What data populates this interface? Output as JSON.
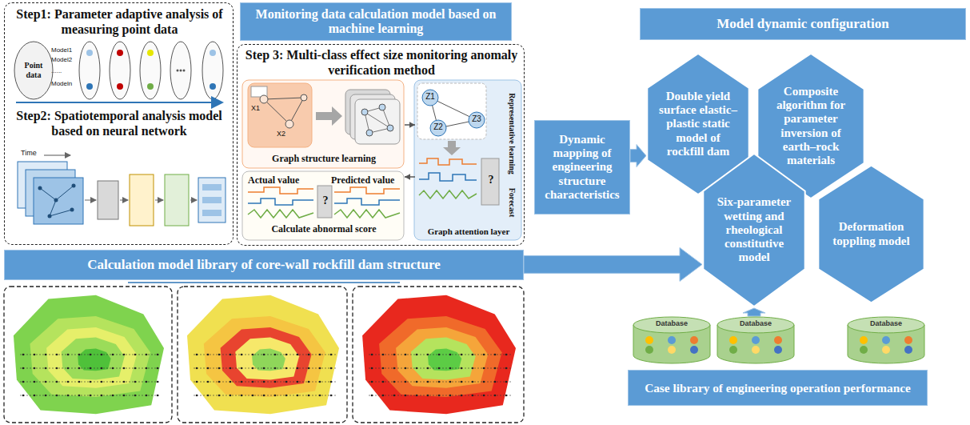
{
  "diagram": {
    "nodes": [
      {
        "text": [
          "Step1: Parameter adaptive analysis of measuring point data",
          "Step2: Spatiotemporal analysis model based on neural network"
        ]
      },
      {
        "text": [
          "Monitoring data calculation model based on machine learning"
        ]
      },
      {
        "text": [
          "Step 3: Multi-class effect size monitoring anomaly verification method"
        ]
      },
      {
        "text": [
          "Graph structure learning"
        ],
        "in": 2
      },
      {
        "text": [
          "Representative learning",
          "Forecast",
          "Graph attention layer",
          "?"
        ],
        "in": 2
      },
      {
        "text": [
          "Actual value",
          "?",
          "Predicted value",
          "Calculate abnormal score"
        ],
        "in": 2
      },
      {
        "text": [
          "Calculation model library of core-wall rockfill dam structure"
        ]
      },
      {
        "text": [
          "Dynamic mapping of engineering structure characteristics"
        ]
      },
      {
        "text": [
          "Model dynamic configuration"
        ]
      },
      {
        "text": [
          "Double yield surface elastic–plastic static model of rockfill dam"
        ]
      },
      {
        "text": [
          "Composite algorithm for parameter inversion of earth–rock materials"
        ]
      },
      {
        "text": [
          "Six-parameter wetting and rheological constitutive model"
        ]
      },
      {
        "text": [
          "Deformation toppling model"
        ]
      },
      {
        "text": [
          "Database"
        ]
      },
      {
        "text": [
          "Database"
        ]
      },
      {
        "text": [
          "Database"
        ]
      },
      {
        "text": [
          "Case library of engineering operation performance"
        ]
      }
    ],
    "edges": [
      {
        "from": 3,
        "to": 4,
        "arrow": "to"
      },
      {
        "from": 4,
        "to": 5,
        "arrow": "to"
      },
      {
        "from": 6,
        "to": 11,
        "arrow": "to"
      },
      {
        "from": 7,
        "to": 9,
        "arrow": "to"
      },
      {
        "from": 14,
        "to": 11,
        "arrow": "to"
      }
    ],
    "labels": [
      "Point data",
      "Model1",
      "Model2",
      "......",
      "Modeln",
      "Time",
      "X1",
      "X2",
      "Z1",
      "Z2",
      "Z3"
    ]
  }
}
